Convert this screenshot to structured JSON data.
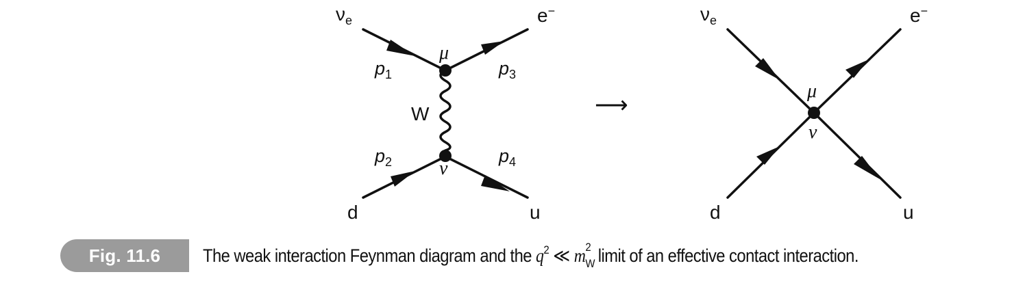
{
  "diagram_left": {
    "labels": {
      "ve": "ν",
      "ve_sub": "e",
      "e": "e",
      "e_sup": "−",
      "d": "d",
      "u": "u",
      "p1": "p",
      "p1_sub": "1",
      "p2": "p",
      "p2_sub": "2",
      "p3": "p",
      "p3_sub": "3",
      "p4": "p",
      "p4_sub": "4",
      "mu": "μ",
      "nu": "ν",
      "w": "W"
    }
  },
  "transition_arrow": "⟶",
  "diagram_right": {
    "labels": {
      "ve": "ν",
      "ve_sub": "e",
      "e": "e",
      "e_sup": "−",
      "d": "d",
      "u": "u",
      "mu": "μ",
      "nu": "ν"
    }
  },
  "caption": {
    "badge": "Fig. 11.6",
    "text_before": "The weak interaction Feynman diagram and the ",
    "q": "q",
    "q_exp": "2",
    "relation": "≪",
    "m": "m",
    "m_exp": "2",
    "m_sub": "W",
    "text_after": " limit of an effective contact interaction."
  }
}
